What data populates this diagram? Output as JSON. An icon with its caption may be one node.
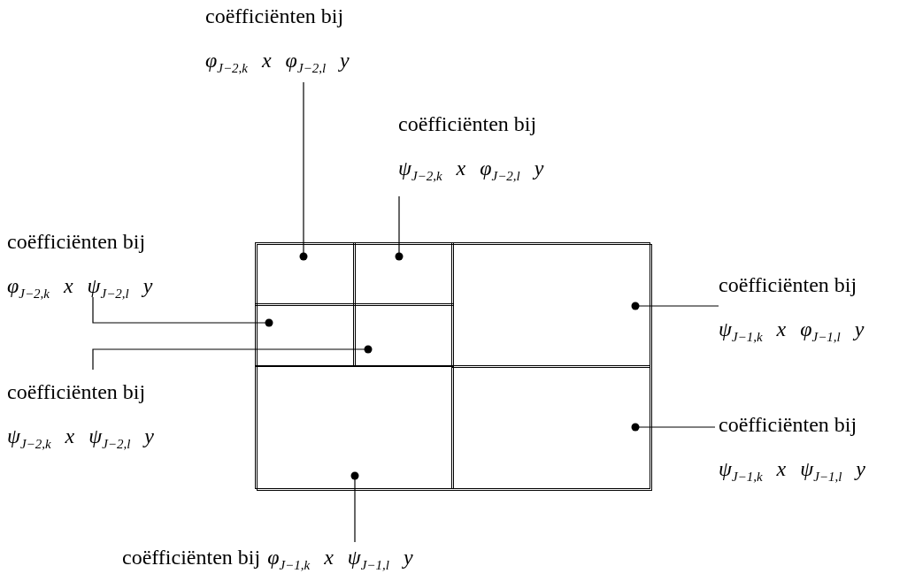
{
  "diagram": {
    "nodes": [
      {
        "text": [],
        "shape": "box"
      },
      {
        "text": [],
        "shape": "box",
        "in": 0
      },
      {
        "text": [],
        "shape": "box",
        "in": 0
      },
      {
        "text": [],
        "shape": "box",
        "in": 0
      },
      {
        "text": [],
        "shape": "box",
        "in": 0
      },
      {
        "text": [],
        "shape": "box",
        "in": 0
      },
      {
        "text": [],
        "shape": "box",
        "in": 0
      },
      {
        "text": [],
        "shape": "box",
        "in": 0
      },
      {
        "text": [
          "coëfficiënten bij",
          "φ$_{J−2,k}$ x φ$_{J−2,l}$ y"
        ]
      },
      {
        "text": [
          "coëfficiënten bij",
          "ψ$_{J−2,k}$ x φ$_{J−2,l}$ y"
        ]
      },
      {
        "text": [
          "coëfficiënten bij",
          "φ$_{J−2,k}$ x ψ$_{J−2,l}$ y"
        ]
      },
      {
        "text": [
          "coëfficiënten bij",
          "ψ$_{J−1,k}$ x φ$_{J−1,l}$ y"
        ]
      },
      {
        "text": [
          "coëfficiënten bij",
          "ψ$_{J−2,k}$ x ψ$_{J−2,l}$ y"
        ]
      },
      {
        "text": [
          "coëfficiënten bij",
          "ψ$_{J−1,k}$ x ψ$_{J−1,l}$ y"
        ]
      },
      {
        "text": [
          "coëfficiënten bij",
          "φ$_{J−1,k}$ x ψ$_{J−1,l}$ y"
        ]
      }
    ],
    "edges": [
      {
        "from": 8,
        "to": 1,
        "arrow": "other"
      },
      {
        "from": 9,
        "to": 2,
        "arrow": "other"
      },
      {
        "from": 10,
        "to": 3,
        "arrow": "other"
      },
      {
        "from": 11,
        "to": 5,
        "arrow": "other"
      },
      {
        "from": 12,
        "to": 4,
        "arrow": "other"
      },
      {
        "from": 13,
        "to": 7,
        "arrow": "other"
      },
      {
        "from": 14,
        "to": 6,
        "arrow": "other"
      }
    ]
  }
}
